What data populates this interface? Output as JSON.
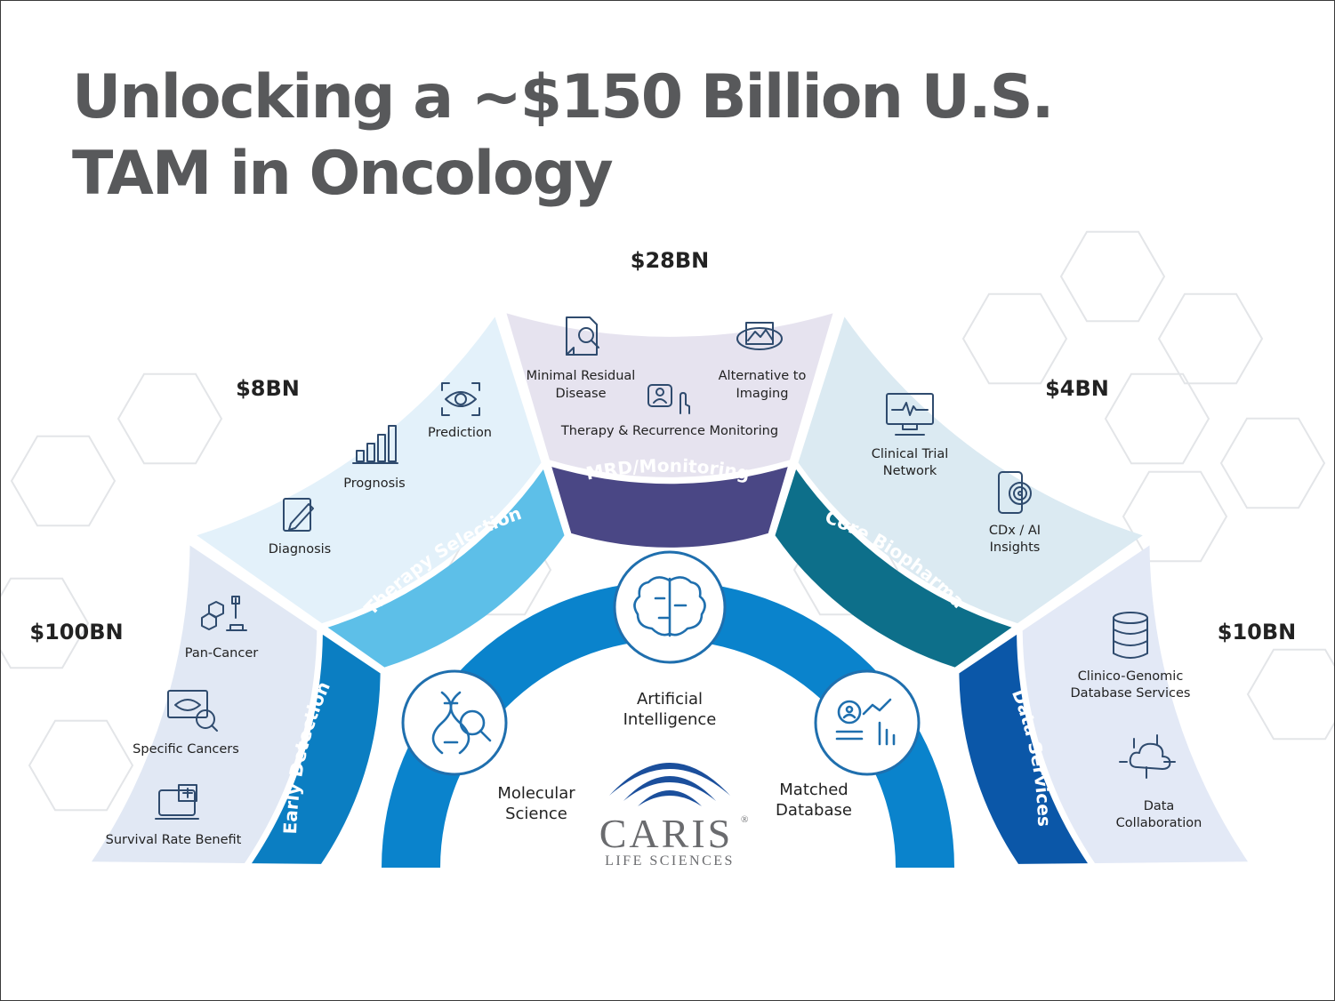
{
  "title": {
    "line1": "Unlocking a ~$150 Billion U.S.",
    "line2": "TAM in Oncology"
  },
  "segments": [
    {
      "id": "early-detection",
      "band_label": "Early Detection",
      "amount": "$100BN",
      "band_color": "#0b7ec2",
      "outer_color": "#e1e8f4",
      "items": [
        {
          "label": "Pan-Cancer",
          "icon": "molecule-microscope-icon"
        },
        {
          "label": "Specific Cancers",
          "icon": "chromosome-screen-icon"
        },
        {
          "label": "Survival Rate Benefit",
          "icon": "medical-monitor-icon"
        }
      ]
    },
    {
      "id": "therapy-selection",
      "band_label": "Therapy Selection",
      "amount": "$8BN",
      "band_color": "#5dbfe8",
      "outer_color": "#e3f1fa",
      "items": [
        {
          "label": "Diagnosis",
          "icon": "clipboard-pen-icon"
        },
        {
          "label": "Prognosis",
          "icon": "bar-chart-icon"
        },
        {
          "label": "Prediction",
          "icon": "eye-scan-icon"
        }
      ]
    },
    {
      "id": "mrd-monitoring",
      "band_label": "MRD/Monitoring",
      "amount": "$28BN",
      "band_color": "#4a4785",
      "outer_color": "#e6e3ef",
      "items": [
        {
          "label_lines": [
            "Minimal Residual",
            "Disease"
          ],
          "icon": "document-magnifier-icon"
        },
        {
          "label_lines": [
            "Alternative to",
            "Imaging"
          ],
          "icon": "image-rotate-icon"
        },
        {
          "label": "Therapy & Recurrence Monitoring",
          "icon": "patient-touch-icon"
        }
      ]
    },
    {
      "id": "core-biopharma",
      "band_label": "Core Biopharma",
      "amount": "$4BN",
      "band_color": "#0d6f8a",
      "outer_color": "#dbeaf2",
      "items": [
        {
          "label_lines": [
            "Clinical Trial",
            "Network"
          ],
          "icon": "heart-monitor-icon"
        },
        {
          "label_lines": [
            "CDx / AI",
            "Insights"
          ],
          "icon": "phone-fingerprint-icon"
        }
      ]
    },
    {
      "id": "data-services",
      "band_label": "Data Services",
      "amount": "$10BN",
      "band_color": "#0b57a8",
      "outer_color": "#e3e9f6",
      "items": [
        {
          "label_lines": [
            "Clinico-Genomic",
            "Database Services"
          ],
          "icon": "database-icon"
        },
        {
          "label_lines": [
            "Data",
            "Collaboration"
          ],
          "icon": "cloud-network-icon"
        }
      ]
    }
  ],
  "core": {
    "ring_color": "#0a83cc",
    "nodes": [
      {
        "label_lines": [
          "Molecular",
          "Science"
        ],
        "icon": "dna-magnifier-icon"
      },
      {
        "label_lines": [
          "Artificial",
          "Intelligence"
        ],
        "icon": "brain-icon"
      },
      {
        "label_lines": [
          "Matched",
          "Database"
        ],
        "icon": "analytics-person-icon"
      }
    ]
  },
  "logo": {
    "name": "CARIS",
    "registered": "®",
    "tagline": "LIFE SCIENCES"
  }
}
